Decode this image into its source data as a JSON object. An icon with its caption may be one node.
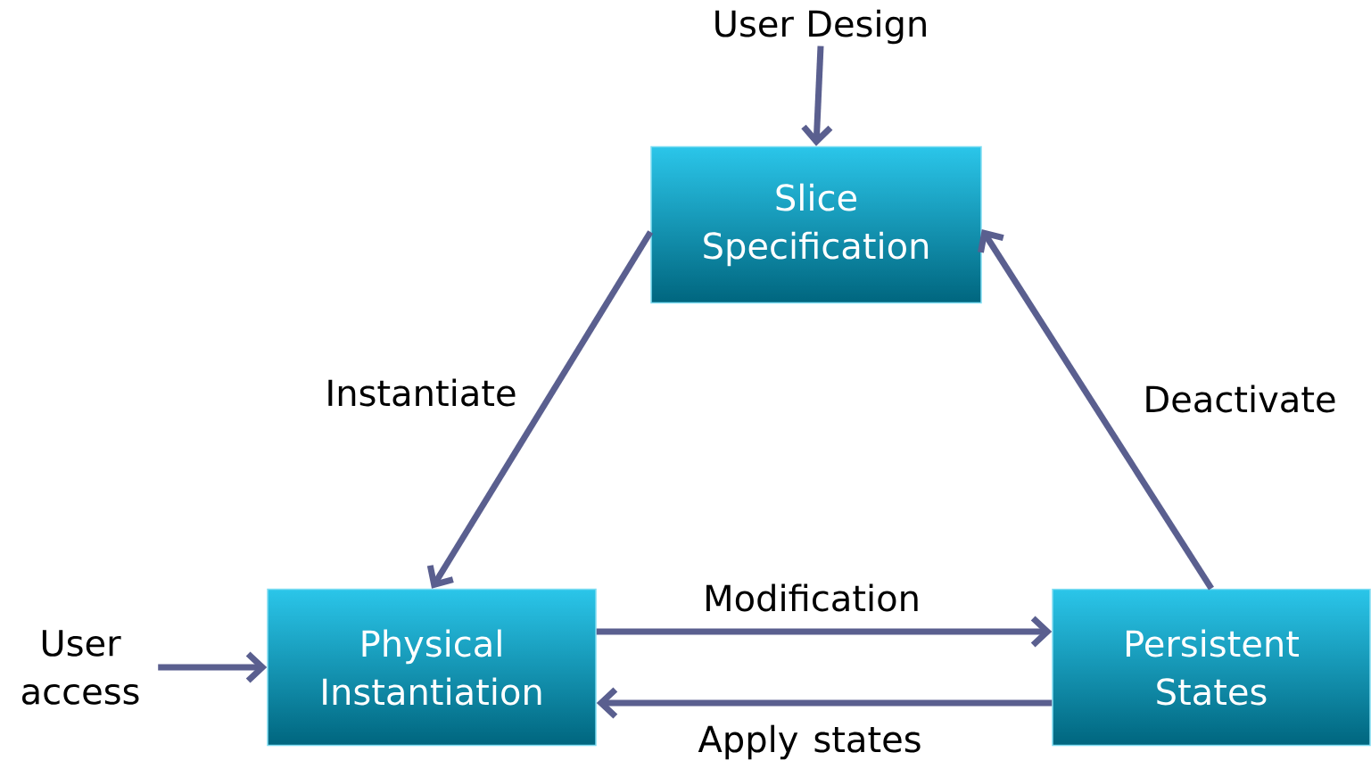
{
  "diagram": {
    "nodes": [
      {
        "text": [
          "Slice Specification"
        ]
      },
      {
        "text": [
          "Physical Instantiation"
        ]
      },
      {
        "text": [
          "Persistent States"
        ]
      },
      {
        "text": [
          "User Design"
        ]
      },
      {
        "text": [
          "User access"
        ]
      }
    ],
    "edges": [
      {
        "from": 3,
        "to": 0,
        "arrow": "to"
      },
      {
        "from": 0,
        "to": 1,
        "arrow": "to",
        "label": "Instantiate"
      },
      {
        "from": 1,
        "to": 2,
        "arrow": "to",
        "label": "Modification"
      },
      {
        "from": 2,
        "to": 1,
        "arrow": "to",
        "label": "Apply states"
      },
      {
        "from": 2,
        "to": 0,
        "arrow": "to",
        "label": "Deactivate"
      },
      {
        "from": 4,
        "to": 1,
        "arrow": "to"
      }
    ]
  }
}
